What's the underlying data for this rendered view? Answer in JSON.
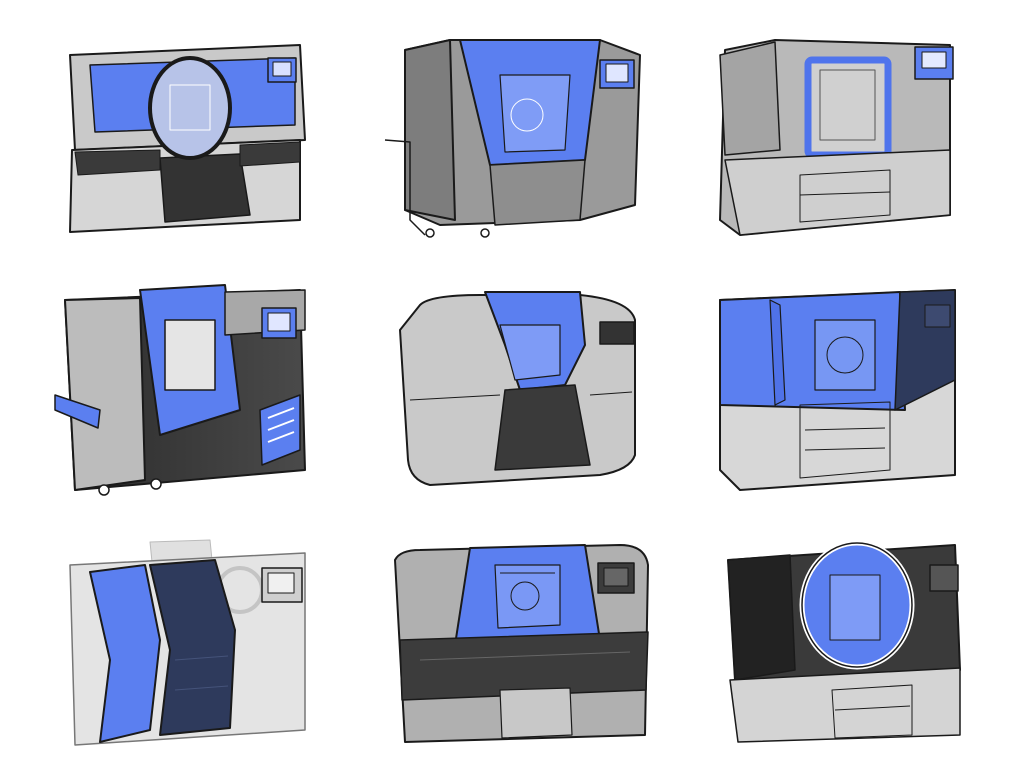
{
  "sheet": {
    "background": "#ffffff",
    "colors": {
      "accent_blue": "#5b7ff0",
      "dark_navy": "#2e3a5c",
      "panel_gray": "#a8a8a8",
      "light_gray": "#d6d6d6",
      "dark_gray": "#3d3d3d",
      "outline": "#1a1a1a"
    },
    "concepts": [
      {
        "variant": "round-porthole-window"
      },
      {
        "variant": "faceted-blue-hood"
      },
      {
        "variant": "framed-door-window"
      },
      {
        "variant": "blue-door-dark-body-with-vents"
      },
      {
        "variant": "rounded-body-blue-window"
      },
      {
        "variant": "blue-wrap-top-panel"
      },
      {
        "variant": "chevron-panels"
      },
      {
        "variant": "blue-window-dark-base-band"
      },
      {
        "variant": "dark-body-round-window"
      }
    ]
  }
}
